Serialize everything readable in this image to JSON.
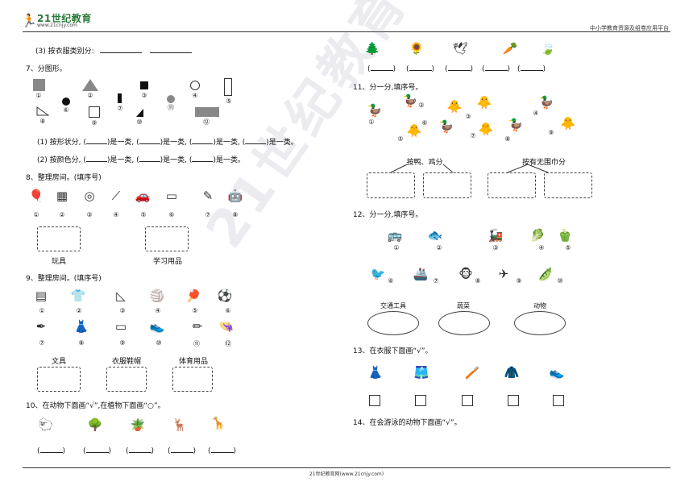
{
  "header": {
    "logo_main": "21世纪教育",
    "logo_sub": "www.21cnjy.com",
    "right_text": "中小学教育资源及组卷应用平台"
  },
  "footer": {
    "text": "21世纪教育网(www.21cnjy.com)"
  },
  "watermark": "21世纪教育网",
  "left": {
    "q6_3": {
      "text": "(3) 按衣服类别分:"
    },
    "q7": {
      "title": "7、分图形。",
      "labels": [
        "①",
        "②",
        "③",
        "④",
        "⑤",
        "⑥",
        "⑦",
        "⑧",
        "⑨",
        "⑩",
        "⑪",
        "⑫"
      ],
      "line1_prefix": "(1) 按形状分,",
      "line2_prefix": "(2) 按颜色分,",
      "group_text": "是一类,",
      "group_text_last": "是一类。",
      "paren_open": "(",
      "paren_close": ")"
    },
    "q8": {
      "title": "8、整理房间。(填序号)",
      "labels": [
        "①",
        "②",
        "③",
        "④",
        "⑤",
        "⑥",
        "⑦",
        "⑧"
      ],
      "categories": [
        "玩具",
        "学习用品"
      ]
    },
    "q9": {
      "title": "9、整理房间。(填序号)",
      "labels": [
        "①",
        "②",
        "③",
        "④",
        "⑤",
        "⑥",
        "⑦",
        "⑧",
        "⑨",
        "⑩",
        "⑪",
        "⑫"
      ],
      "categories": [
        "文具",
        "衣服鞋帽",
        "体育用品"
      ]
    },
    "q10": {
      "title": "10、在动物下面画“√”,在植物下面画“○”。"
    }
  },
  "right": {
    "q10_cont": {},
    "q11": {
      "title": "11、分一分,填序号。",
      "labels": [
        "①",
        "②",
        "③",
        "④",
        "⑤",
        "⑥",
        "⑦",
        "⑧",
        "⑨"
      ],
      "categories": [
        "按鸭、鸡分",
        "按有无围巾分"
      ]
    },
    "q12": {
      "title": "12、分一分,填序号。",
      "labels": [
        "①",
        "②",
        "③",
        "④",
        "⑤",
        "⑥",
        "⑦",
        "⑧",
        "⑨",
        "⑩"
      ],
      "categories": [
        "交通工具",
        "蔬菜",
        "动物"
      ]
    },
    "q13": {
      "title": "13、在衣服下面画“√”。"
    },
    "q14": {
      "title": "14、在会游泳的动物下面画“√”。"
    }
  }
}
